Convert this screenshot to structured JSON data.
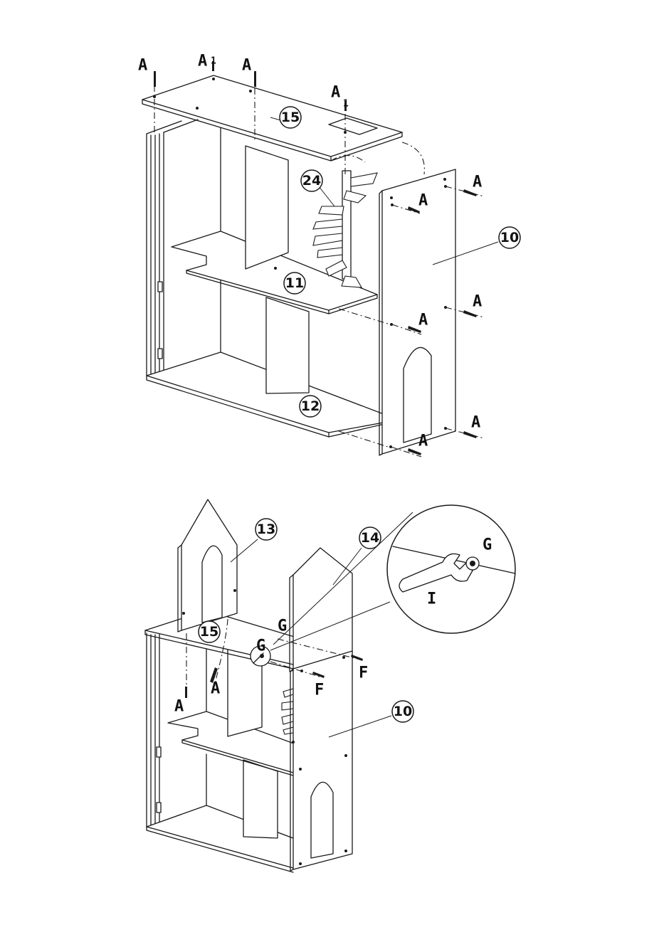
{
  "parts": {
    "p10": "10",
    "p11": "11",
    "p12": "12",
    "p13": "13",
    "p14": "14",
    "p15": "15",
    "p24": "24"
  },
  "hardware": {
    "a": "A",
    "a_sub": "1",
    "f": "F",
    "g": "G",
    "i": "I"
  }
}
